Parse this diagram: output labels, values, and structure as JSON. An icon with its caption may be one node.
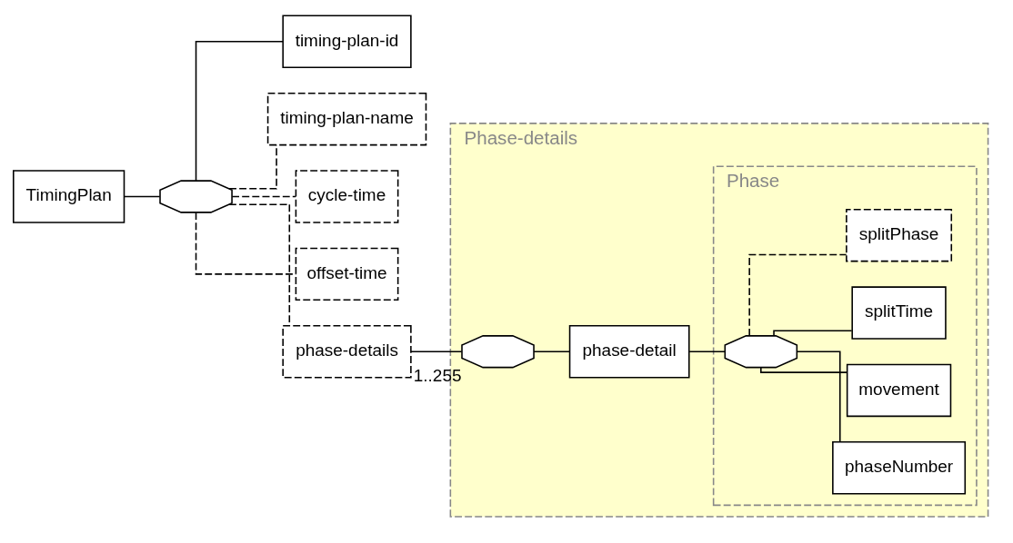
{
  "diagram": {
    "nodes": [
      {
        "text": [
          "TimingPlan"
        ]
      },
      {
        "text": [],
        "shape": "octagon"
      },
      {
        "text": [
          "timing-plan-id"
        ]
      },
      {
        "text": [
          "timing-plan-name"
        ]
      },
      {
        "text": [
          "cycle-time"
        ]
      },
      {
        "text": [
          "offset-time"
        ]
      },
      {
        "text": [
          "phase-details"
        ]
      },
      {
        "text": [
          "Phase-details"
        ]
      },
      {
        "text": [],
        "shape": "octagon",
        "in": 7,
        "beside": [
          "1..255"
        ]
      },
      {
        "text": [
          "phase-detail"
        ],
        "in": 7
      },
      {
        "text": [
          "Phase"
        ],
        "in": 7
      },
      {
        "text": [],
        "shape": "octagon",
        "in": 10
      },
      {
        "text": [
          "phaseNumber"
        ],
        "in": 10
      },
      {
        "text": [
          "movement"
        ],
        "in": 10
      },
      {
        "text": [
          "splitTime"
        ],
        "in": 10
      },
      {
        "text": [
          "splitPhase"
        ],
        "in": 10
      }
    ],
    "edges": [
      {
        "from": 0,
        "to": 1,
        "arrow": "none"
      },
      {
        "from": 1,
        "to": 2,
        "arrow": "none"
      },
      {
        "from": 1,
        "to": 3,
        "arrow": "none",
        "style": "dashed"
      },
      {
        "from": 1,
        "to": 4,
        "arrow": "none",
        "style": "dashed"
      },
      {
        "from": 1,
        "to": 5,
        "arrow": "none",
        "style": "dashed"
      },
      {
        "from": 1,
        "to": 6,
        "arrow": "none",
        "style": "dashed"
      },
      {
        "from": 6,
        "to": 8,
        "arrow": "none"
      },
      {
        "from": 8,
        "to": 9,
        "arrow": "none"
      },
      {
        "from": 9,
        "to": 11,
        "arrow": "none"
      },
      {
        "from": 11,
        "to": 12,
        "arrow": "none"
      },
      {
        "from": 11,
        "to": 13,
        "arrow": "none"
      },
      {
        "from": 11,
        "to": 14,
        "arrow": "none"
      },
      {
        "from": 11,
        "to": 15,
        "arrow": "none",
        "style": "dashed"
      }
    ]
  }
}
